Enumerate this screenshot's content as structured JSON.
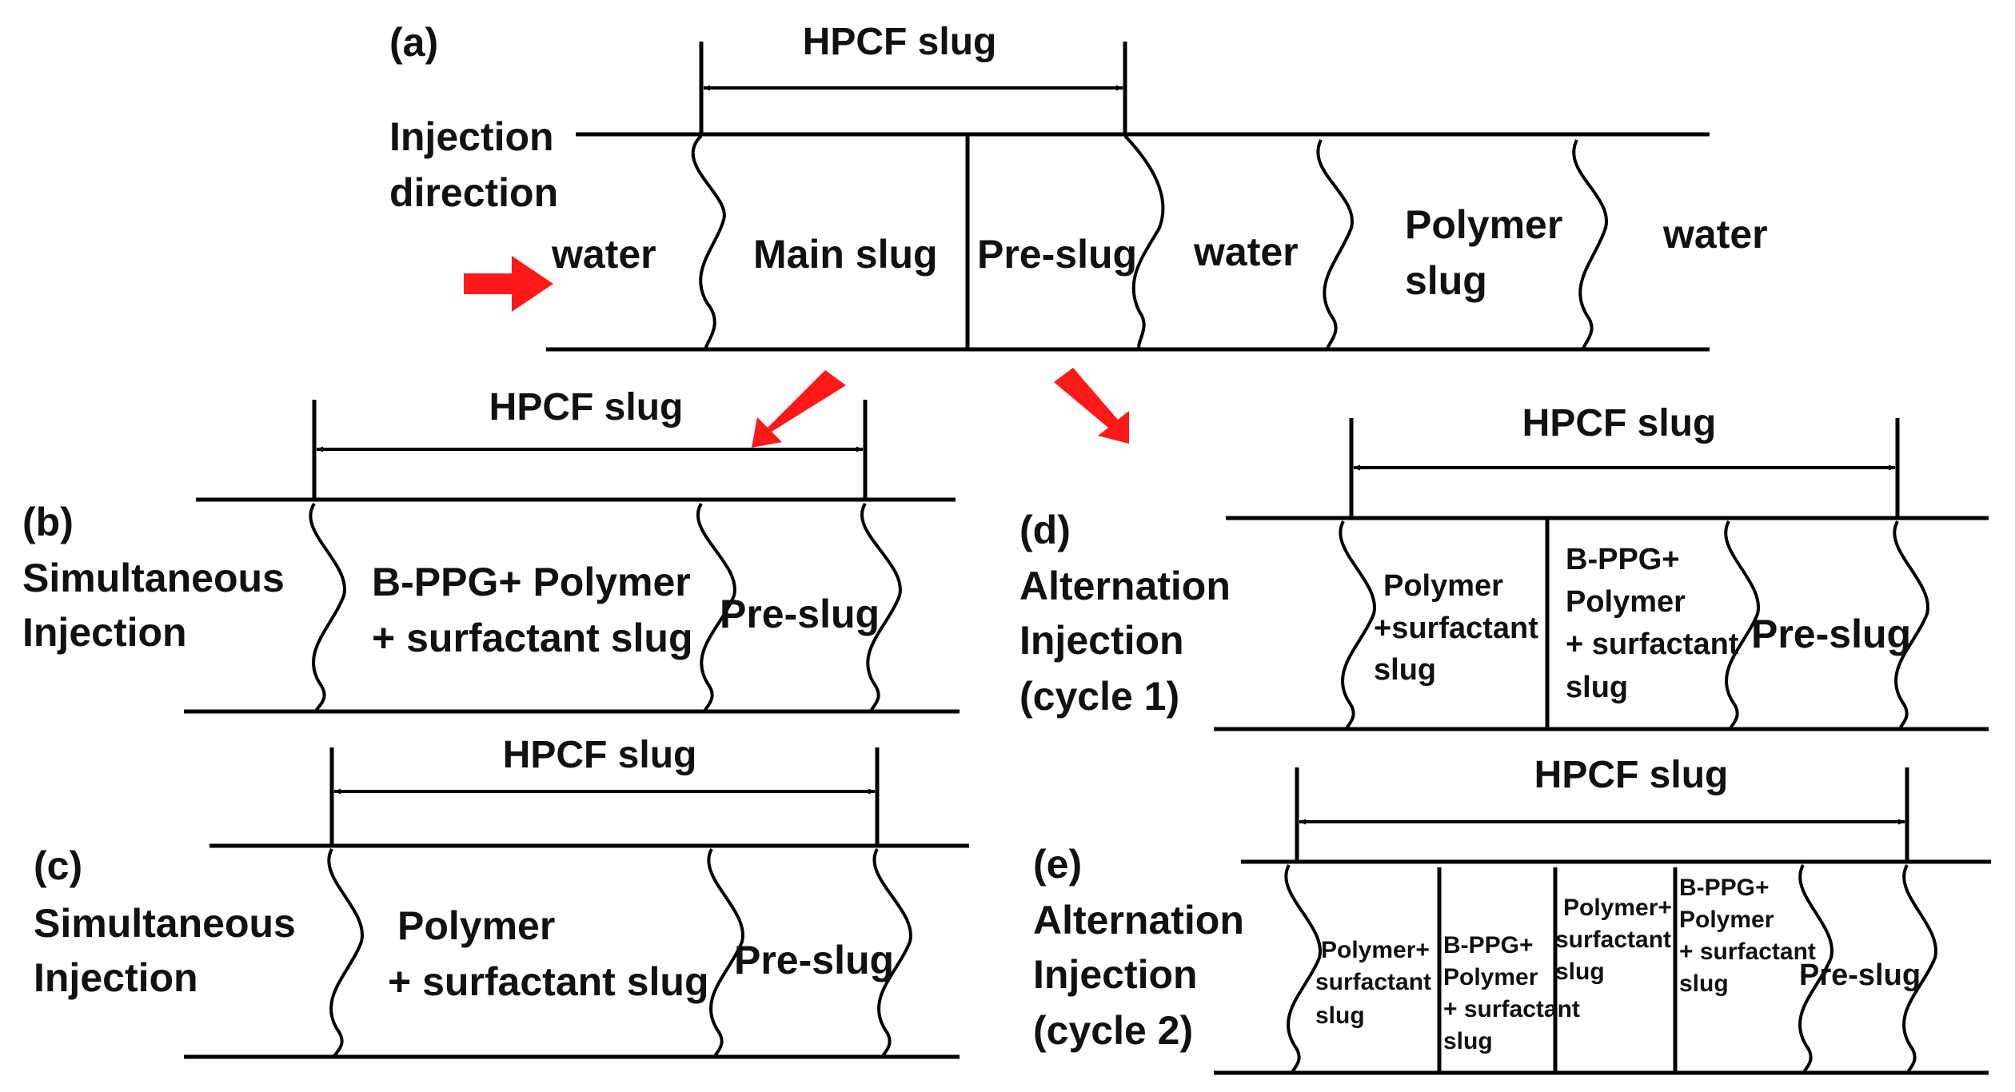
{
  "colors": {
    "arrow": "#ff1a1a",
    "ink": "#000000",
    "background": "#ffffff"
  },
  "icons": {
    "direction_arrow": "red-right-arrow-icon",
    "branch_arrow": "red-diagonal-arrow-icon"
  },
  "panel_a": {
    "label": "(a)",
    "span_label": "HPCF slug",
    "direction": [
      "Injection",
      "direction"
    ],
    "slugs": {
      "water_in": "water",
      "main": "Main slug",
      "pre": "Pre-slug",
      "water_mid": "water",
      "polymer": [
        "Polymer",
        "slug"
      ],
      "water_out": "water"
    }
  },
  "panel_b": {
    "label": "(b)",
    "title": [
      "Simultaneous",
      "Injection"
    ],
    "span_label": "HPCF slug",
    "slugs": {
      "main": [
        "B-PPG+ Polymer",
        "+ surfactant  slug"
      ],
      "pre": "Pre-slug"
    }
  },
  "panel_c": {
    "label": "(c)",
    "title": [
      "Simultaneous",
      "Injection"
    ],
    "span_label": "HPCF slug",
    "slugs": {
      "main": [
        "Polymer",
        "+ surfactant  slug"
      ],
      "pre": "Pre-slug"
    }
  },
  "panel_d": {
    "label": "(d)",
    "title": [
      "Alternation",
      "Injection",
      "(cycle 1)"
    ],
    "span_label": "HPCF slug",
    "slugs": {
      "polymer_surf": [
        "Polymer",
        "+surfactant",
        "slug"
      ],
      "bppg": [
        "B-PPG+",
        "Polymer",
        "+ surfactant",
        "slug"
      ],
      "pre": "Pre-slug"
    }
  },
  "panel_e": {
    "label": "(e)",
    "title": [
      "Alternation",
      "Injection",
      "(cycle 2)"
    ],
    "span_label": "HPCF slug",
    "slugs": {
      "polymer_surf_1": [
        "Polymer+",
        "surfactant",
        "slug"
      ],
      "bppg_1": [
        "B-PPG+",
        "Polymer",
        "+ surfactant",
        "slug"
      ],
      "polymer_surf_2": [
        "Polymer+",
        "surfactant",
        "slug"
      ],
      "bppg_2": [
        "B-PPG+",
        "Polymer",
        "+ surfactant",
        "slug"
      ],
      "pre": "Pre-slug"
    }
  }
}
